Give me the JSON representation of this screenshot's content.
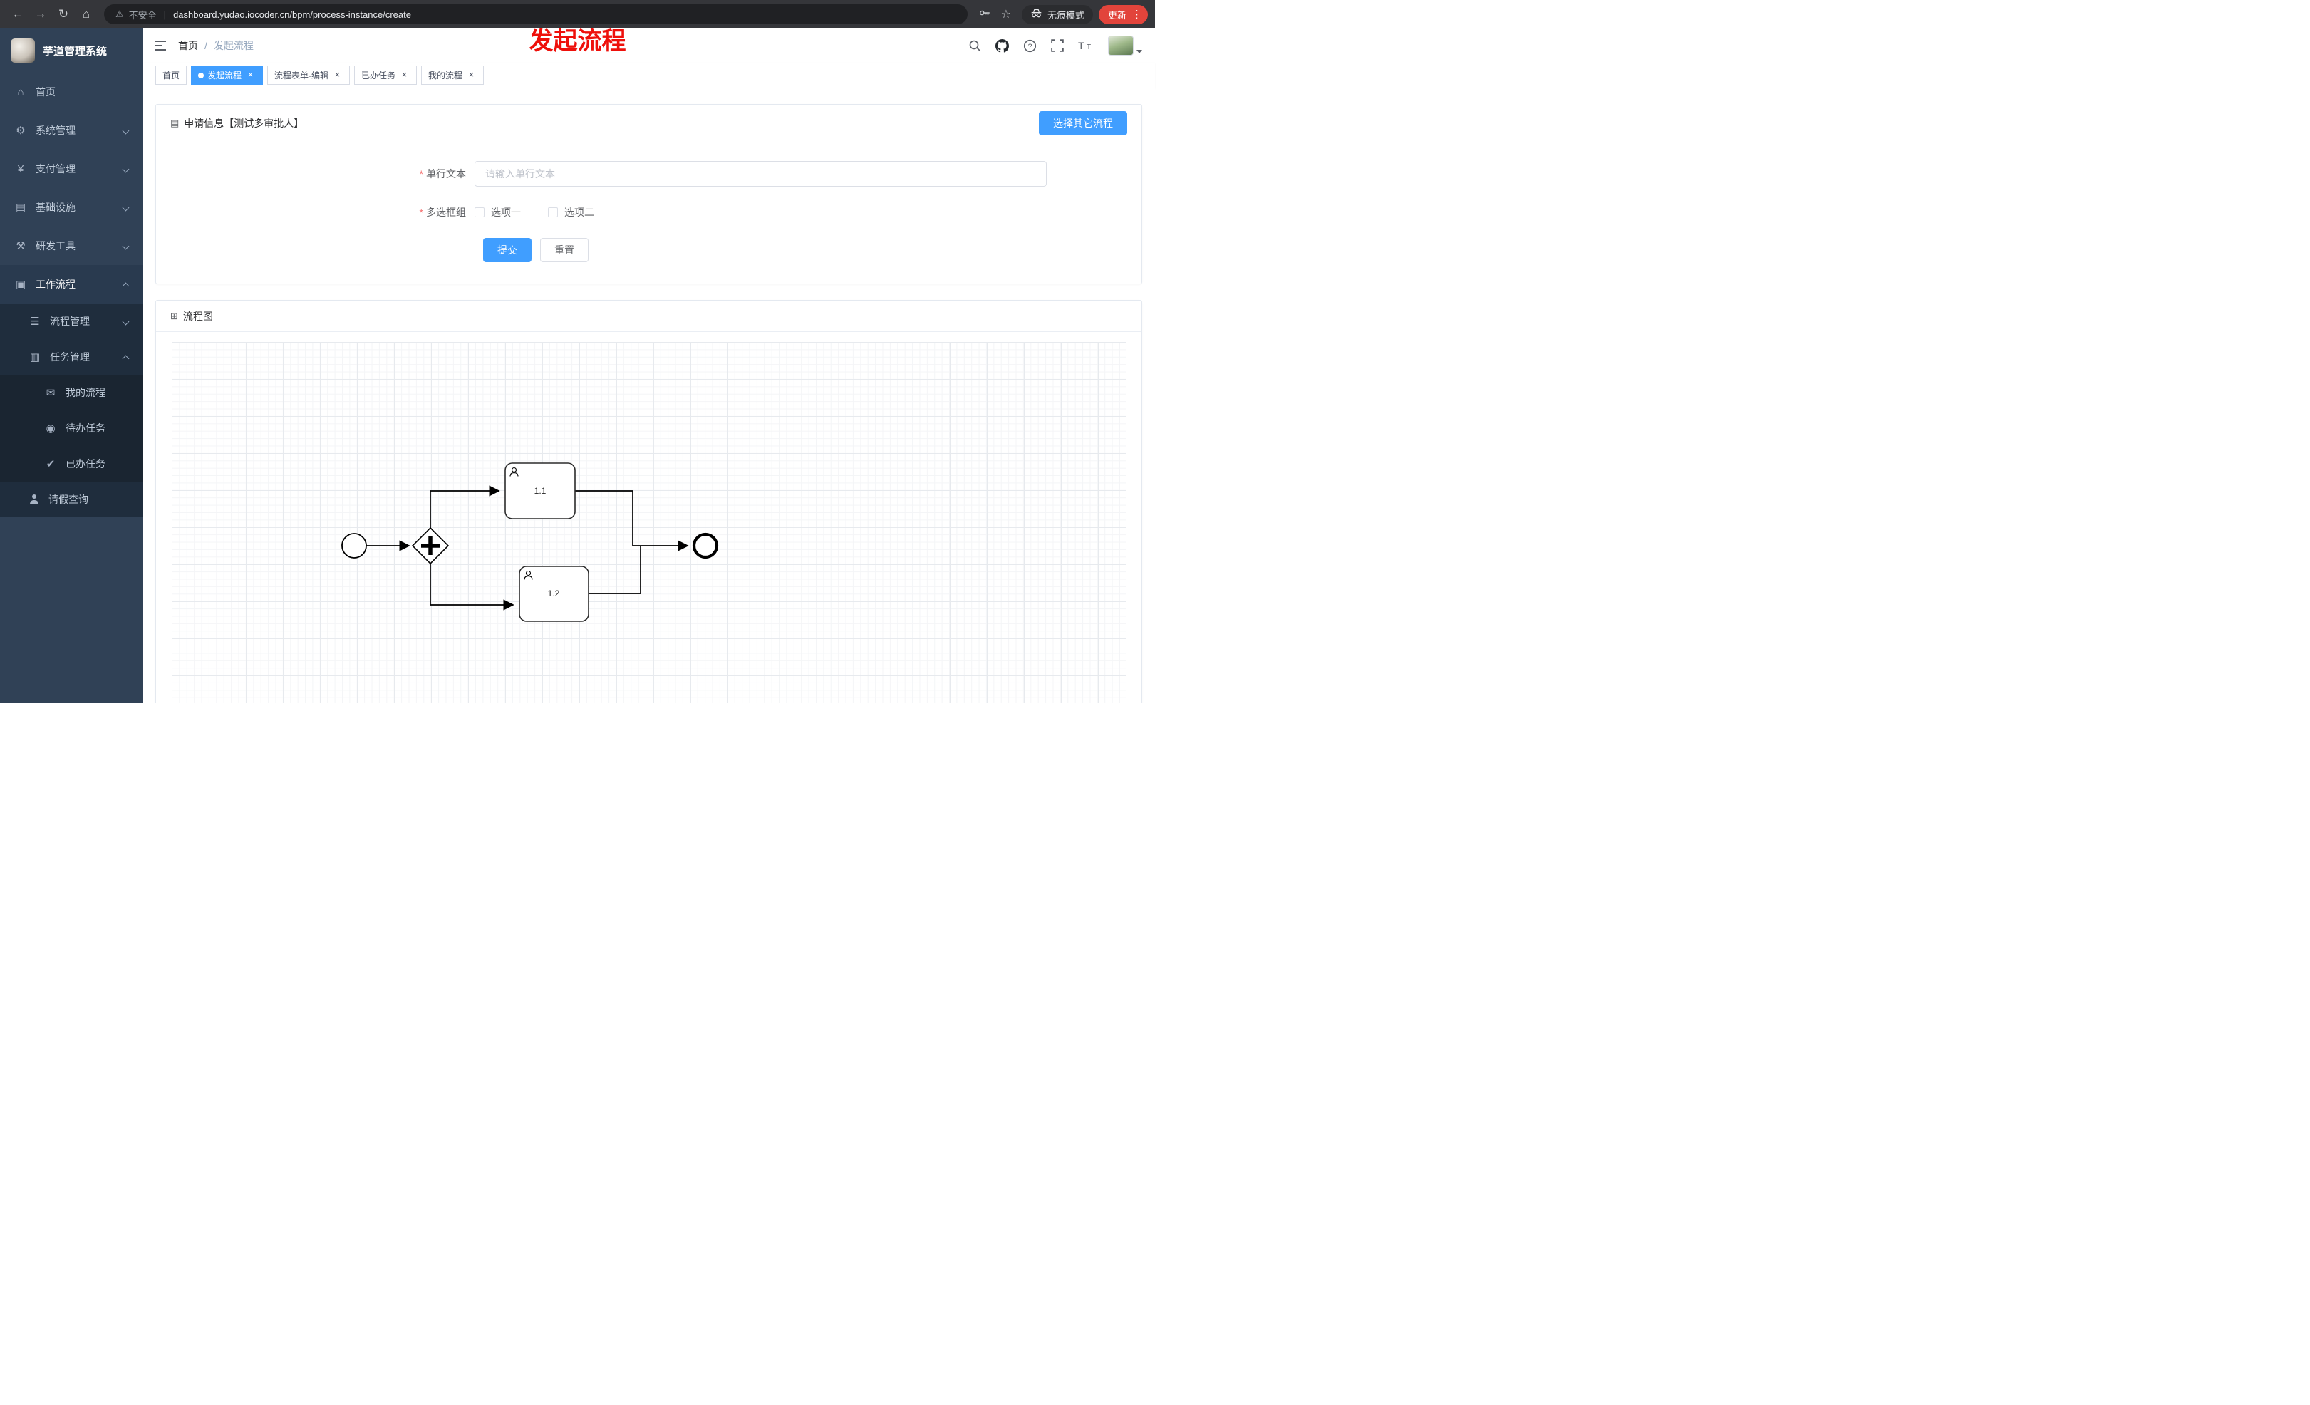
{
  "browser": {
    "security": "不安全",
    "url_domain": "dashboard.yudao.iocoder.cn",
    "url_path": "/bpm/process-instance/create",
    "incognito": "无痕模式",
    "update": "更新"
  },
  "icons": {
    "back": "←",
    "forward": "→",
    "reload": "↻",
    "home": "⌂",
    "warning": "⚠",
    "star": "☆",
    "more": "⋮",
    "divider": "|",
    "dashboard": "⌂",
    "gear": "⚙",
    "yen": "¥",
    "monitor": "▤",
    "tools": "⚒",
    "briefcase": "▣",
    "list": "☰",
    "tasks": "▥",
    "message": "✉",
    "eye": "◉",
    "check": "✔",
    "doc": "▤",
    "flow": "⊞",
    "close": "×",
    "slash": "/"
  },
  "sidebar": {
    "title": "芋道管理系统",
    "items": [
      {
        "label": "首页"
      },
      {
        "label": "系统管理"
      },
      {
        "label": "支付管理"
      },
      {
        "label": "基础设施"
      },
      {
        "label": "研发工具"
      },
      {
        "label": "工作流程"
      },
      {
        "label": "流程管理"
      },
      {
        "label": "任务管理"
      },
      {
        "label": "我的流程"
      },
      {
        "label": "待办任务"
      },
      {
        "label": "已办任务"
      },
      {
        "label": "请假查询"
      }
    ]
  },
  "header": {
    "breadcrumb_home": "首页",
    "breadcrumb_current": "发起流程",
    "overlay_title": "发起流程"
  },
  "tabs": [
    {
      "label": "首页"
    },
    {
      "label": "发起流程"
    },
    {
      "label": "流程表单-编辑"
    },
    {
      "label": "已办任务"
    },
    {
      "label": "我的流程"
    }
  ],
  "form_card": {
    "title": "申请信息【测试多审批人】",
    "select_other": "选择其它流程",
    "required_mark": "*",
    "text_label": "单行文本",
    "text_placeholder": "请输入单行文本",
    "checkbox_label": "多选框组",
    "options": [
      "选项一",
      "选项二"
    ],
    "submit": "提交",
    "reset": "重置"
  },
  "diagram_card": {
    "title": "流程图",
    "tasks": [
      {
        "label": "1.1"
      },
      {
        "label": "1.2"
      }
    ]
  }
}
